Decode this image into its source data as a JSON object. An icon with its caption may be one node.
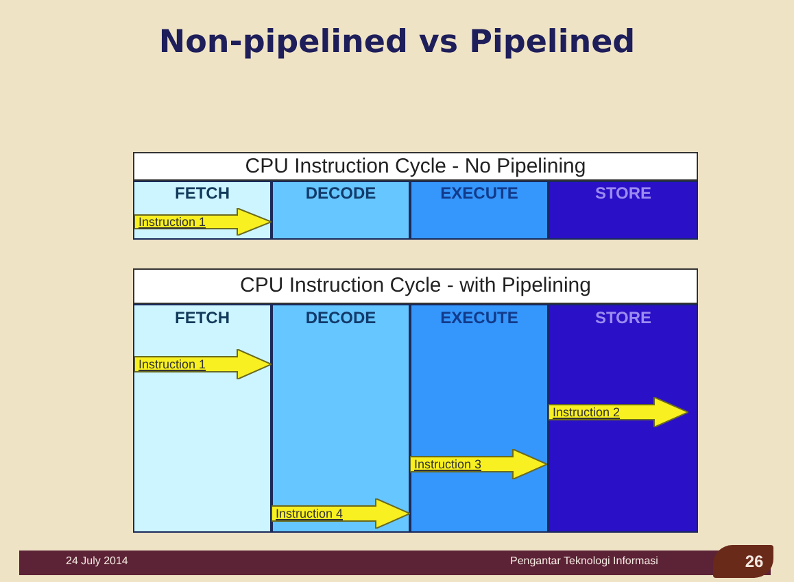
{
  "diagram": {
    "title": "Non-pipelined vs Pipelined",
    "labels": [
      "CPU Instruction Cycle - No Pipelining",
      "FETCH",
      "DECODE",
      "EXECUTE",
      "STORE",
      "Instruction 1",
      "CPU Instruction Cycle - with Pipelining",
      "FETCH",
      "DECODE",
      "EXECUTE",
      "STORE",
      "Instruction 1",
      "Instruction 2",
      "Instruction 3",
      "Instruction 4",
      "24 July 2014",
      "Pengantar Teknologi Informasi",
      "26"
    ]
  }
}
